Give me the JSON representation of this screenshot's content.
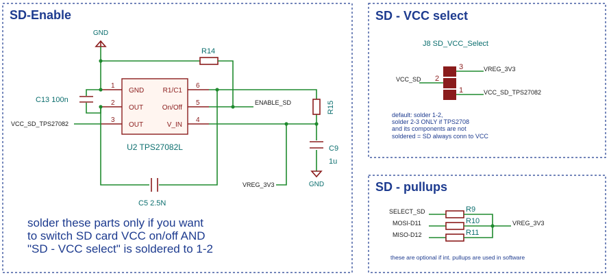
{
  "blocks": {
    "enable": {
      "title": "SD-Enable"
    },
    "vcc_select": {
      "title": "SD - VCC select"
    },
    "pullups": {
      "title": "SD - pullups"
    }
  },
  "u2": {
    "ref": "U2 TPS27082L",
    "pins": {
      "p1_num": "1",
      "p1_name": "GND",
      "p2_num": "2",
      "p2_name": "OUT",
      "p3_num": "3",
      "p3_name": "OUT",
      "p6_num": "6",
      "p6_name": "R1/C1",
      "p5_num": "5",
      "p5_name": "On/Off",
      "p4_num": "4",
      "p4_name": "V_IN"
    }
  },
  "parts": {
    "r14": "R14",
    "r15": "R15",
    "c13": "C13 100n",
    "c9_ref": "C9",
    "c9_val": "1u",
    "c5": "C5  2.5N",
    "j8": "J8  SD_VCC_Select",
    "r9": "R9",
    "r10": "R10",
    "r11": "R11"
  },
  "nets": {
    "gnd_top": "GND",
    "gnd_bottom": "GND",
    "enable_sd": "ENABLE_SD",
    "vcc_sd_in": "VCC_SD_TPS27082",
    "vreg_left": "VREG_3V3",
    "j8_vcc_sd": "VCC_SD",
    "j8_pin3": "VREG_3V3",
    "j8_pin1": "VCC_SD_TPS27082",
    "select_sd": "SELECT_SD",
    "mosi": "MOSI-D11",
    "miso": "MISO-D12",
    "vreg_pullup": "VREG_3V3"
  },
  "j8_pins": {
    "p3": "3",
    "p2": "2",
    "p1": "1"
  },
  "notes": {
    "enable_line1": "solder these parts only if you want",
    "enable_line2": "to switch SD card VCC on/off AND",
    "enable_line3": "\"SD - VCC select\" is soldered to 1-2",
    "vcc_line1": "default: solder 1-2,",
    "vcc_line2": "solder 2-3 ONLY if TPS2708",
    "vcc_line3": "and its components are not",
    "vcc_line4": "soldered = SD always conn to VCC",
    "pullup_note": "these are optional if int. pullups are used in software"
  }
}
